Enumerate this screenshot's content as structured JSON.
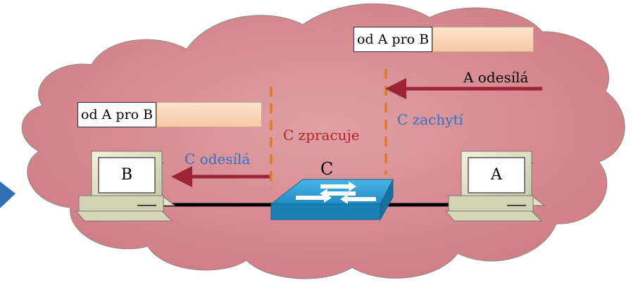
{
  "packets": [
    {
      "header": "od A pro B"
    },
    {
      "header": "od A pro B"
    }
  ],
  "labels": {
    "a_sends": "A odesílá",
    "c_captures": "C zachytí",
    "c_processes": "C zpracuje",
    "c_sends": "C odesílá"
  },
  "nodes": {
    "switch": "C",
    "computer_left": "B",
    "computer_right": "A"
  },
  "colors": {
    "cloud": "#d88a8f",
    "arrow": "#9b2436",
    "dashed_line": "#e07b1f",
    "switch": "#2a9bd1",
    "label_red": "#b5212a",
    "label_blue": "#2f73c9"
  }
}
